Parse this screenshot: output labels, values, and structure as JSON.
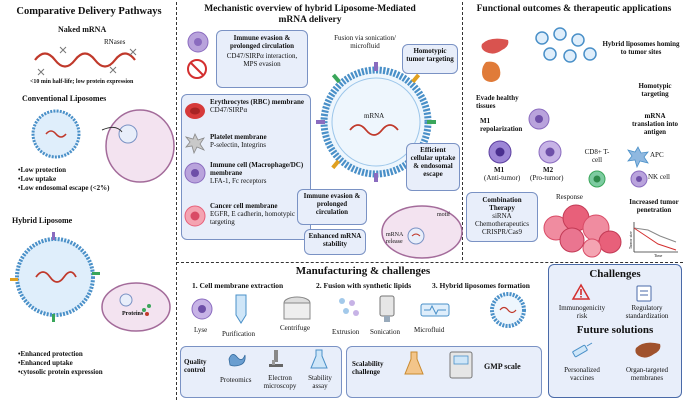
{
  "left": {
    "title": "Comparative Delivery Pathways",
    "naked": {
      "heading": "Naked mRNA",
      "rnases": "RNases",
      "note": "<10 min half-life; low protein expression"
    },
    "conventional": {
      "heading": "Conventional Liposomes",
      "bullets": [
        "Low protection",
        "Low uptake",
        "Low endosomal escape (<2%)"
      ]
    },
    "hybrid": {
      "heading": "Hybrid Liposome",
      "proteins": "Proteins",
      "bullets": [
        "Enhanced protection",
        "Enhanced uptake",
        "cytosolic protein expression"
      ]
    }
  },
  "mech": {
    "title": "Mechanistic overview of hybrid Liposome-Mediated mRNA delivery",
    "immune_top": {
      "title": "Immune evasion & prolonged circulation",
      "sub": "CD47/SIRPα interaction, MPS evasion"
    },
    "fusion": "Fusion via sonication/ microfluid",
    "homotypic": "Homotypic tumor targeting",
    "mrna": "mRNA",
    "membranes": [
      {
        "title": "Erythrocytes (RBC) membrane",
        "sub": "CD47/SIRPα"
      },
      {
        "title": "Platelet membrane",
        "sub": "P-selectin, Integrins"
      },
      {
        "title": "Immune cell (Macrophage/DC) membrane",
        "sub": "LFA-1, Fc receptors"
      },
      {
        "title": "Cancer cell membrane",
        "sub": "EGFR, E cadherin, homotypic targeting"
      }
    ],
    "immune_bottom": "Immune evasion & prolonged circulation",
    "stability": "Enhanced mRNA stability",
    "efficient": "Efficient cellular uptake & endosomal escape",
    "motif": "motif",
    "release": "mRNA release"
  },
  "func": {
    "title": "Functional outcomes & therapeutic applications",
    "homing": "Hybrid liposomes homing to tumor sites",
    "evade": "Evade healthy tissues",
    "homotypic": "Homotypic targeting",
    "m1rep": "M1 repolarization",
    "m1": "M1",
    "m1sub": "(Anti-tumor)",
    "m2": "M2",
    "m2sub": "(Pro-tumor)",
    "translation": "mRNA translation into antigen",
    "cd8": "CD8+ T-cell",
    "apc": "APC",
    "nk": "NK cell",
    "combo": {
      "title": "Combination Therapy",
      "lines": [
        "siRNA",
        "Chemotherapeutics",
        "CRISPR/Cas9"
      ]
    },
    "response": "Response",
    "penetration": "Increased tumor penetration",
    "graph_x": "Time",
    "graph_y": "Tumor size"
  },
  "mfg": {
    "title": "Manufacturing & challenges",
    "steps": [
      "1.  Cell membrane extraction",
      "2. Fusion with synthetic lipids",
      "3. Hybrid liposomes formation"
    ],
    "items": [
      "Lyse",
      "Purification",
      "Centrifuge",
      "Extrusion",
      "Sonication",
      "Microfluid"
    ],
    "qc": {
      "title": "Quality control",
      "items": [
        "Proteomics",
        "Electron microscopy",
        "Stability assay"
      ]
    },
    "scal": {
      "title": "Scalability challenge",
      "gmp": "GMP scale"
    }
  },
  "chal": {
    "title": "Challenges",
    "items": [
      "Immunogenicity risk",
      "Regulatory standardization"
    ],
    "future": "Future solutions",
    "solutions": [
      "Personalized vaccines",
      "Organ-targeted membranes"
    ]
  },
  "colors": {
    "box_fill": "#e8eefa",
    "box_border": "#7a92c4",
    "membrane": "#4a90c8",
    "tumor": "#e8607a",
    "cell_purple": "#8a6bbf"
  }
}
